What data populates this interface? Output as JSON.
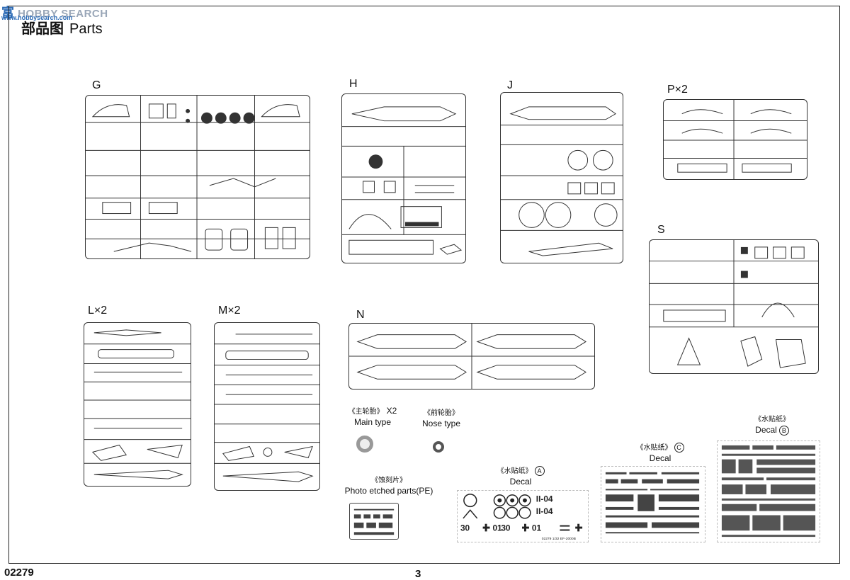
{
  "watermark": {
    "text": "HOBBY SEARCH",
    "glyph": "富",
    "url": "www.hobbysearch.com"
  },
  "heading": {
    "cn": "部品图",
    "en": "Parts"
  },
  "sprues": [
    {
      "id": "G",
      "label": "G"
    },
    {
      "id": "H",
      "label": "H"
    },
    {
      "id": "J",
      "label": "J"
    },
    {
      "id": "P",
      "label": "P×2"
    },
    {
      "id": "S",
      "label": "S"
    },
    {
      "id": "L",
      "label": "L×2"
    },
    {
      "id": "M",
      "label": "M×2"
    },
    {
      "id": "N",
      "label": "N"
    }
  ],
  "tires": {
    "main": {
      "cn": "《主轮胎》",
      "mult": "X2",
      "en": "Main type"
    },
    "nose": {
      "cn": "《前轮胎》",
      "en": "Nose type"
    }
  },
  "pe": {
    "cn": "《蚀刻片》",
    "en": "Photo etched parts(PE)"
  },
  "decals": {
    "a": {
      "cn": "《水贴纸》",
      "letter": "A",
      "en": "Decal",
      "codes": [
        "II-04",
        "II-04",
        "30",
        "01",
        "30",
        "01"
      ],
      "sheet_text": "02279 1/32 EF-2000B"
    },
    "b": {
      "cn": "《水贴纸》",
      "letter": "B",
      "en": "Decal"
    },
    "c": {
      "cn": "《水贴纸》",
      "letter": "C",
      "en": "Decal"
    }
  },
  "footer": {
    "code": "02279",
    "page": "3"
  },
  "colors": {
    "ink": "#111111",
    "frame": "#222222",
    "watermark_blue": "#2b6ab5"
  }
}
